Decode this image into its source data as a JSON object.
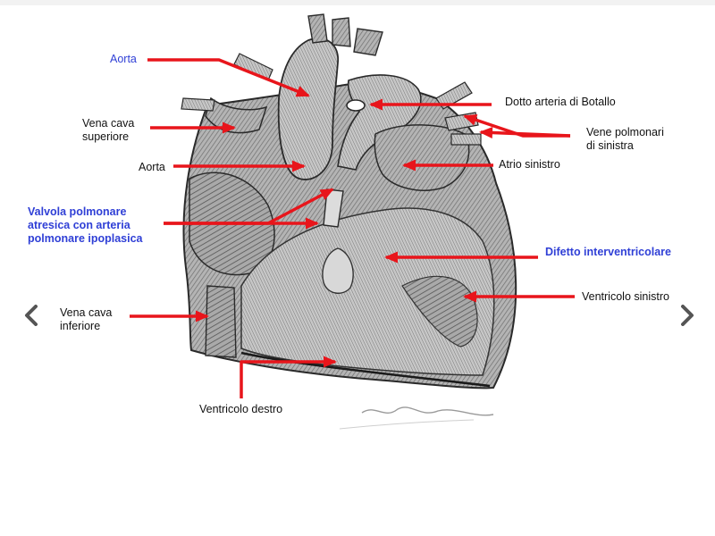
{
  "labels": {
    "aorta_top": "Aorta",
    "vena_cava_superiore": "Vena cava\nsuperiore",
    "aorta_mid": "Aorta",
    "valvola_polmonare": "Valvola polmonare\natresica con arteria\npolmonare ipoplasica",
    "vena_cava_inferiore": "Vena cava\ninferiore",
    "ventricolo_destro": "Ventricolo destro",
    "dotto_botallo": "Dotto arteria di Botallo",
    "vene_polmonari": "Vene polmonari\ndi sinistra",
    "atrio_sinistro": "Atrio sinistro",
    "difetto_interventricolare": "Difetto interventricolare",
    "ventricolo_sinistro": "Ventricolo sinistro"
  },
  "colors": {
    "arrow": "#e8151b",
    "highlight_label": "#2f3fd6",
    "label": "#111111",
    "ink": "#2a2a2a",
    "nav": "#555555"
  },
  "nav": {
    "prev_icon": "chevron-left-icon",
    "next_icon": "chevron-right-icon"
  }
}
